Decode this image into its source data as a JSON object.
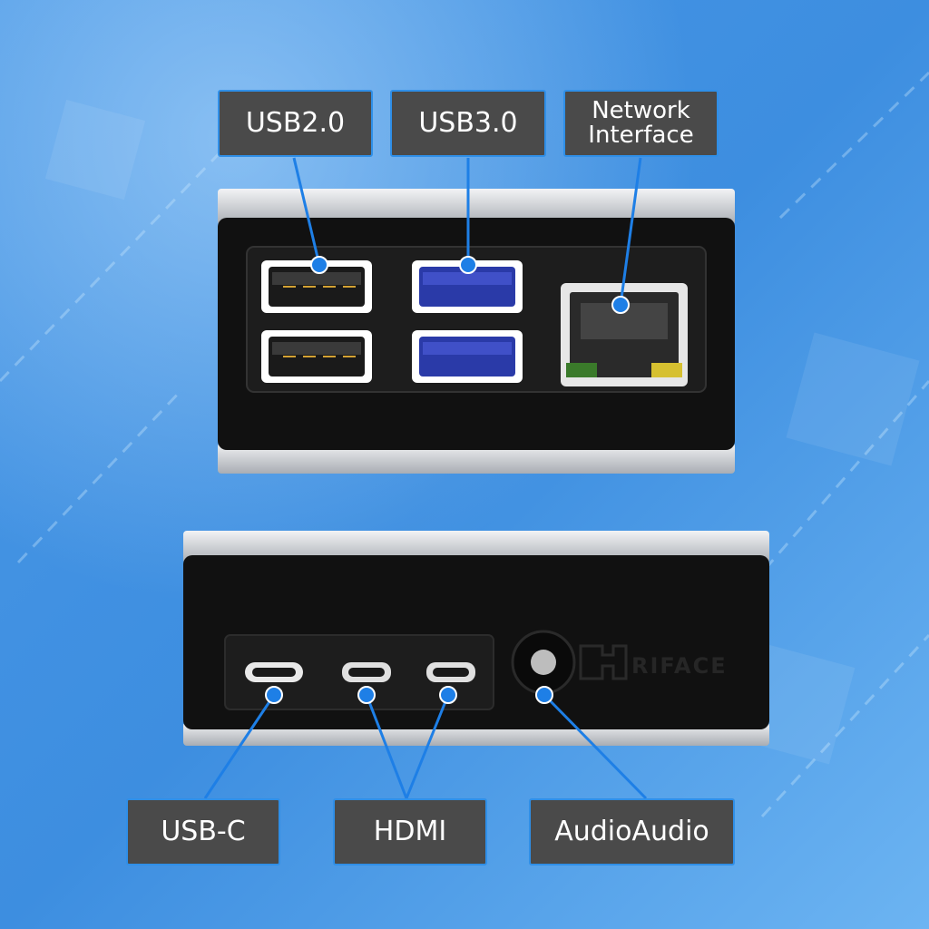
{
  "labels": {
    "usb2": "USB2.0",
    "usb3": "USB3.0",
    "network": "Network\nInterface",
    "usbc": "USB-C",
    "hdmi": "HDMI",
    "audio": "AudioAudio"
  },
  "logo_text": "RIFACE",
  "colors": {
    "background_top": "#3d8ee0",
    "background_bottom": "#5aa8ef",
    "label_fill": "#4a4a4a",
    "label_border": "#2f8fe8",
    "callout_line": "#1e7fe6",
    "case_body": "#111111",
    "case_frame": "#c9ccd0",
    "usb3_port": "#2a3aa8"
  }
}
